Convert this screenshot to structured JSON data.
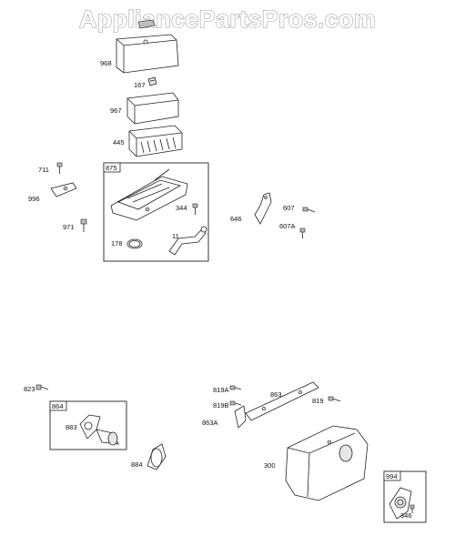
{
  "watermark": "AppliancePartsPros.com",
  "callouts": {
    "p968": "968",
    "p167": "167",
    "p967": "967",
    "p445": "445",
    "p711": "711",
    "p875": "875",
    "p996": "996",
    "p344": "344",
    "p971": "971",
    "p178": "178",
    "p11": "11",
    "p646": "646",
    "p607": "607",
    "p607A": "607A",
    "p823": "823",
    "p864": "864",
    "p883": "883",
    "p884": "884",
    "p819A": "819A",
    "p819B": "819B",
    "p863": "863",
    "p863A": "863A",
    "p819": "819",
    "p300": "300",
    "p994": "994",
    "p346": "346"
  }
}
